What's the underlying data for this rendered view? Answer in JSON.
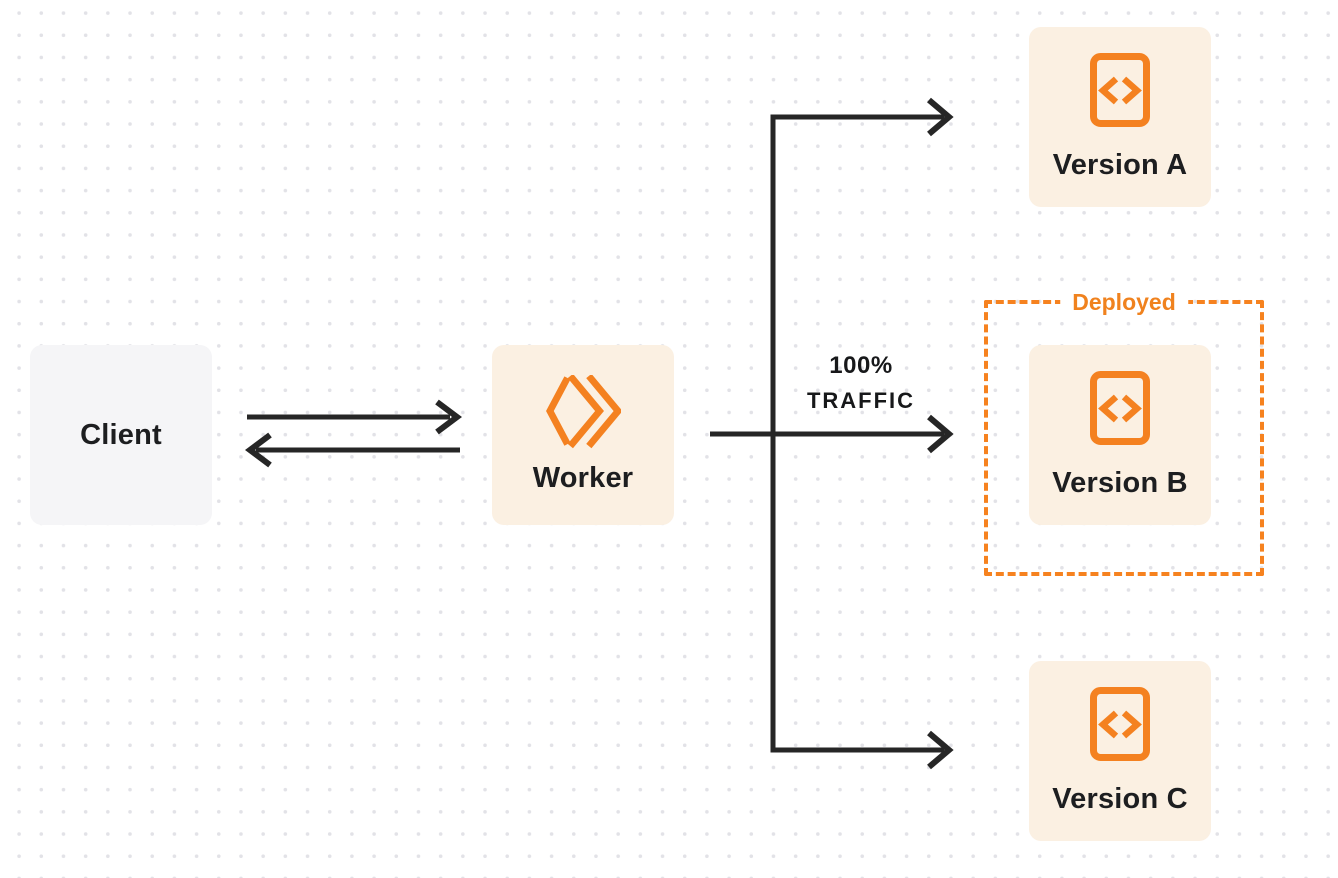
{
  "nodes": {
    "client": {
      "label": "Client"
    },
    "worker": {
      "label": "Worker",
      "icon": "workers-logo-icon"
    },
    "versions": [
      {
        "label": "Version A",
        "icon": "code-document-icon"
      },
      {
        "label": "Version B",
        "icon": "code-document-icon"
      },
      {
        "label": "Version C",
        "icon": "code-document-icon"
      }
    ]
  },
  "annotations": {
    "traffic": {
      "percent": "100%",
      "word": "TRAFFIC"
    },
    "deployed_label": "Deployed"
  },
  "colors": {
    "accent_orange": "#F6821F",
    "node_fill": "#FBF0E2",
    "client_fill": "#F5F5F7",
    "wire": "#262626",
    "dot_grid": "#E2E2E7",
    "text": "#1D1E20"
  }
}
